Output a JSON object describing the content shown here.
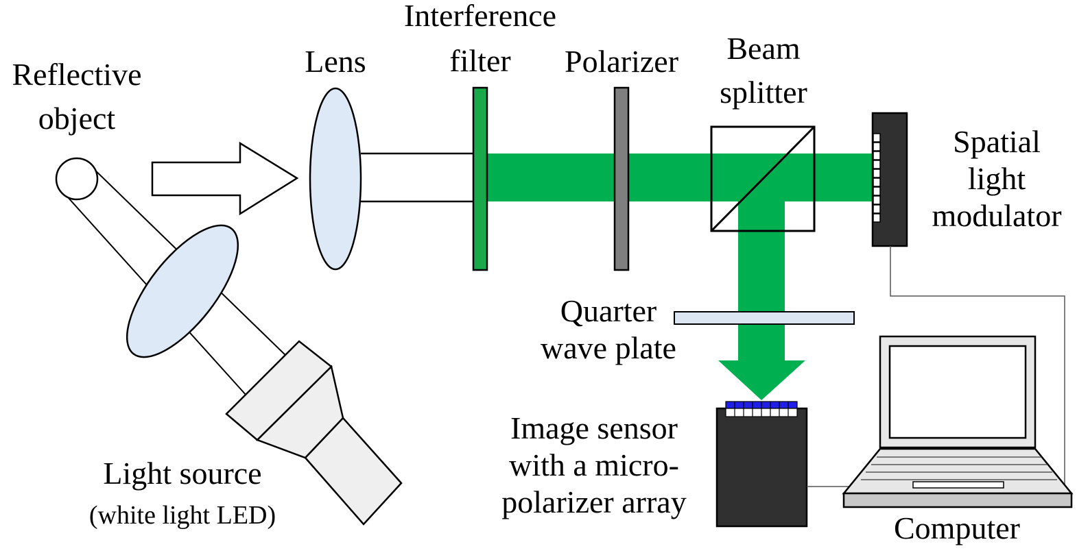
{
  "colors": {
    "beam": "#00b050",
    "lens_fill": "#dde9f6",
    "filter": "#1aa94a",
    "polarizer": "#7f7f7f",
    "wave_plate": "#dce6f2",
    "device_dark": "#303030",
    "housing": "#efefef",
    "sensor_pixels": "#1f1fe6"
  },
  "labels": {
    "reflective_object": [
      "Reflective",
      "object"
    ],
    "lens": "Lens",
    "interference_filter": [
      "Interference",
      "filter"
    ],
    "polarizer": "Polarizer",
    "beam_splitter": [
      "Beam",
      "splitter"
    ],
    "spatial_light_modulator": [
      "Spatial",
      "light",
      "modulator"
    ],
    "quarter_wave_plate": [
      "Quarter",
      "wave plate"
    ],
    "image_sensor": [
      "Image sensor",
      "with a micro-",
      "polarizer array"
    ],
    "light_source": "Light source",
    "light_source_note": "(white light LED)",
    "computer": "Computer"
  },
  "icons": {
    "reflective_object": "sphere-icon",
    "light_source": "led-lamp-icon",
    "computer": "laptop-icon"
  }
}
